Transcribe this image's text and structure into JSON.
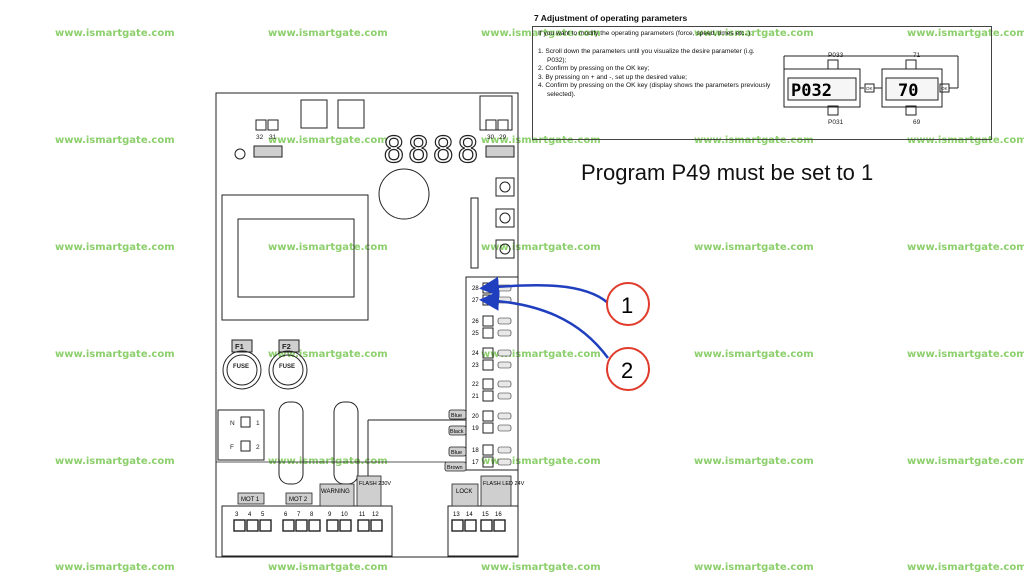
{
  "watermark": "www.ismartgate.com",
  "manual": {
    "heading": "7 Adjustment of operating parameters",
    "intro": "If you want to modify the operating parameters (force, speed, times etc..):",
    "steps": [
      "1. Scroll down the parameters until you visualize the desire parameter (i.g. P032);",
      "2. Confirm by pressing on the OK key;",
      "3. By pressing on + and -, set up the desired value;",
      "4. Confirm by pressing on the OK key (display shows the parameters previously selected)."
    ],
    "diagram": {
      "param_up": "P033",
      "param_current": "P032",
      "param_down": "P031",
      "value_up": "71",
      "value_current": "70",
      "value_down": "69",
      "ok_label": "OK"
    }
  },
  "note": "Program P49 must be set to 1",
  "board": {
    "display_digits": "8888",
    "fuses": [
      {
        "id": "F1",
        "label": "FUSE"
      },
      {
        "id": "F2",
        "label": "FUSE"
      }
    ],
    "top_terminals_left": [
      "32",
      "31"
    ],
    "top_terminals_right": [
      "30",
      "29"
    ],
    "side_terminals": [
      "28",
      "27",
      "26",
      "25",
      "24",
      "23",
      "22",
      "21",
      "20",
      "19",
      "18",
      "17"
    ],
    "wire_labels": [
      "Blue",
      "Black",
      "Blue",
      "Brown"
    ],
    "nn_labels": [
      "N",
      "1",
      "F",
      "2"
    ],
    "bottom_labels": {
      "mot1": "MOT 1",
      "mot2": "MOT 2",
      "warning": "WARNING",
      "flash230": "FLASH 230V",
      "lock": "LOCK",
      "flashled": "FLASH LED 24V"
    },
    "bottom_terminals": [
      "3",
      "4",
      "5",
      "6",
      "7",
      "8",
      "9",
      "10",
      "11",
      "12",
      "13",
      "14",
      "15",
      "16"
    ]
  },
  "callouts": [
    "1",
    "2"
  ],
  "colors": {
    "arrow": "#1f3fbf",
    "callout": "#e03a2a",
    "watermark": "#8ccf6c"
  }
}
